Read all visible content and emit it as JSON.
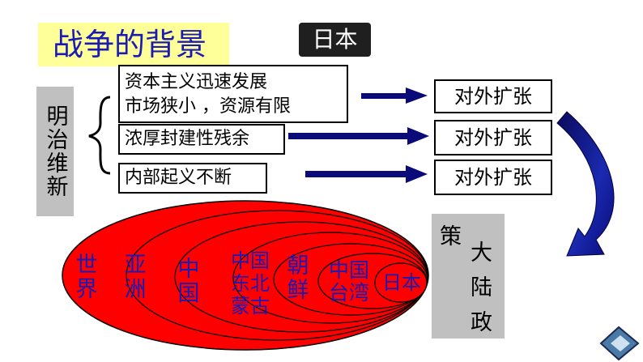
{
  "title": "战争的背景",
  "country": "日本",
  "meiji_label": "明治维新",
  "causes": [
    {
      "line1": "资本主义迅速发展",
      "line2": "市场狭小 ，资源有限"
    },
    {
      "line1": "浓厚封建性残余"
    },
    {
      "line1": "内部起义不断"
    }
  ],
  "results": [
    "对外扩张",
    "对外扩张",
    "对外扩张"
  ],
  "policy": {
    "chars": [
      "策",
      "大",
      "陆",
      "政"
    ]
  },
  "ellipses": [
    {
      "label": "世界"
    },
    {
      "label": "亚洲"
    },
    {
      "label": "中国"
    },
    {
      "label": "中国东北蒙古"
    },
    {
      "label": "朝鲜"
    },
    {
      "label": "中国台湾"
    },
    {
      "label": "日本"
    }
  ],
  "colors": {
    "title_bg": "#ffff99",
    "title_text": "#1a1ab4",
    "ellipse_fill": "#ff0000",
    "arrow": "#0a0a78"
  },
  "icons": [
    "brace-icon",
    "right-arrow-icon",
    "curved-arrow-icon",
    "nav-back-icon"
  ]
}
